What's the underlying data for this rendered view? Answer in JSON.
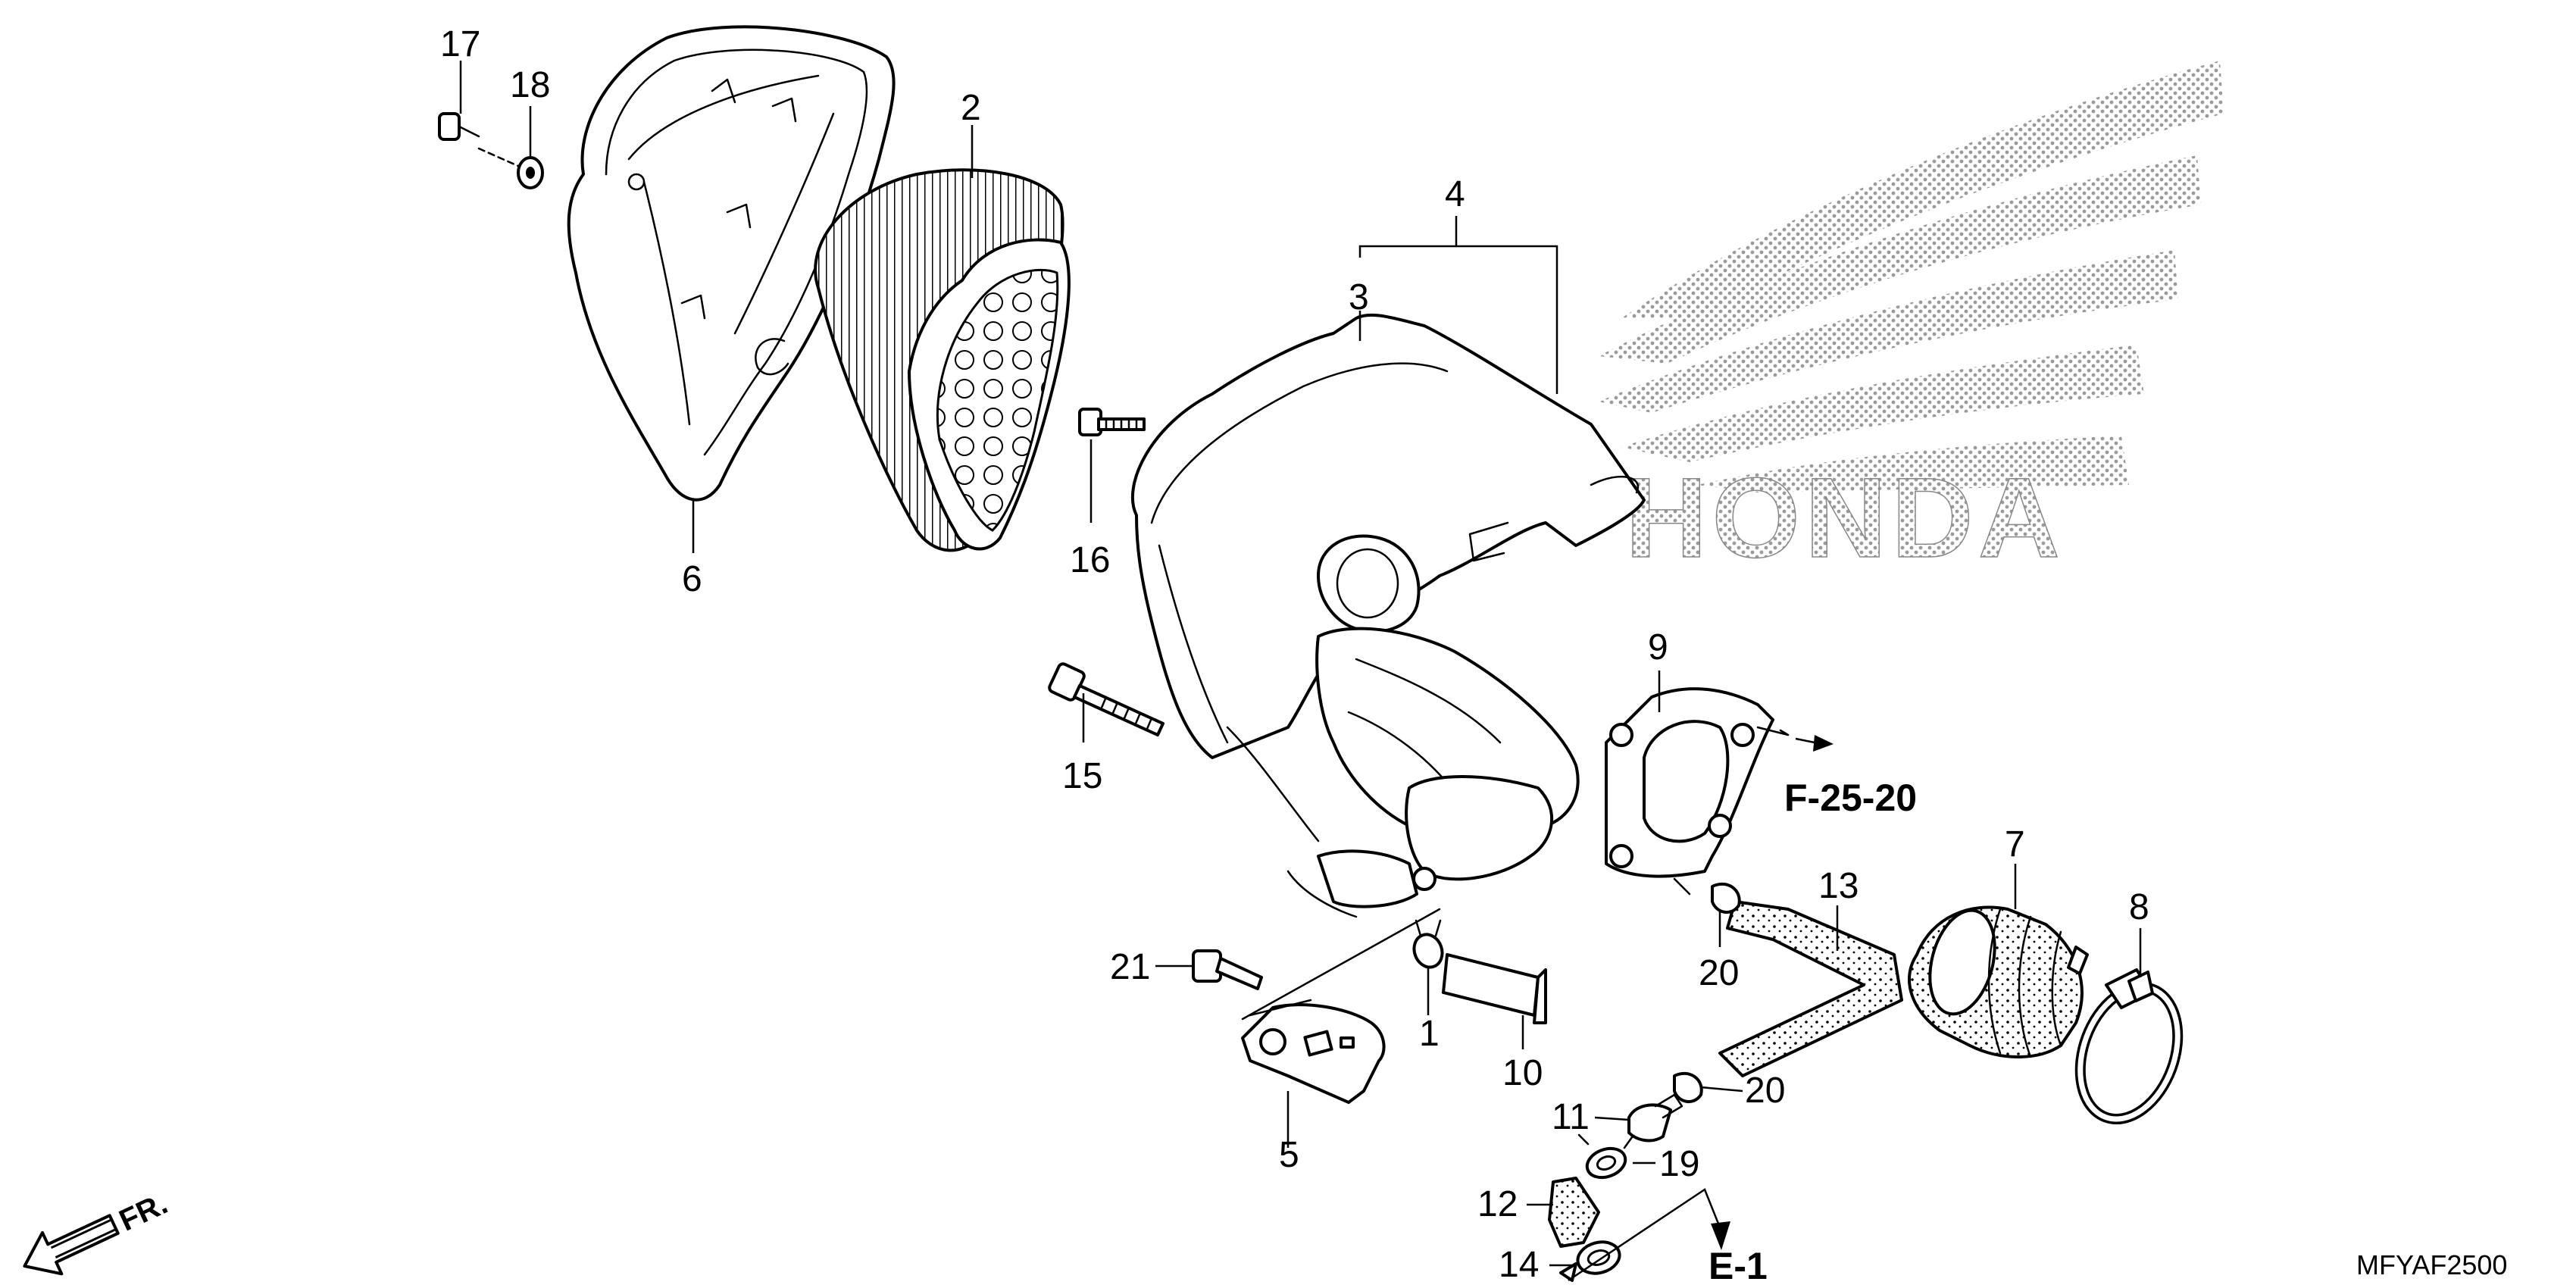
{
  "brand": {
    "logo_text": "HONDA"
  },
  "diagram_code": "MFYAF2500",
  "direction_label": "FR.",
  "references": {
    "f_ref": "F-25-20",
    "e_ref": "E-1"
  },
  "callouts": {
    "c1": "1",
    "c2": "2",
    "c3": "3",
    "c4": "4",
    "c5": "5",
    "c6": "6",
    "c7": "7",
    "c8": "8",
    "c9": "9",
    "c10": "10",
    "c11": "11",
    "c12": "12",
    "c13": "13",
    "c14": "14",
    "c15": "15",
    "c16": "16",
    "c17": "17",
    "c18": "18",
    "c19": "19",
    "c20a": "20",
    "c20b": "20",
    "c21": "21"
  }
}
